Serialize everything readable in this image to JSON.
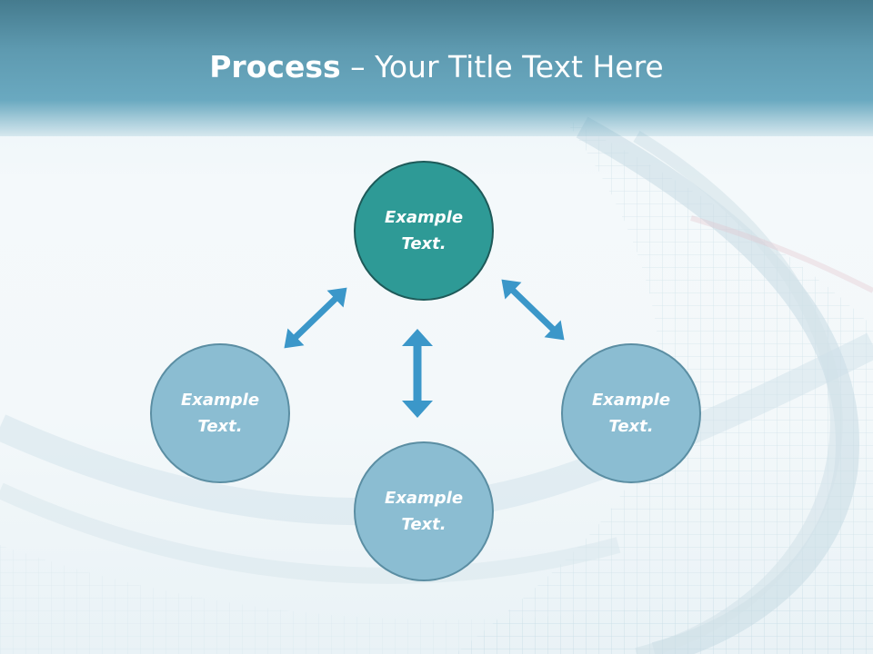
{
  "header": {
    "title_bold": "Process",
    "title_rest": " – Your Title Text Here"
  },
  "nodes": {
    "center": {
      "line1": "Example",
      "line2": "Text."
    },
    "left": {
      "line1": "Example",
      "line2": "Text."
    },
    "bottom": {
      "line1": "Example",
      "line2": "Text."
    },
    "right": {
      "line1": "Example",
      "line2": "Text."
    }
  },
  "colors": {
    "header": "#5e9ab0",
    "center_node": "#2e9a96",
    "outer_node": "#8bbdd2",
    "arrow": "#3b97c9"
  }
}
